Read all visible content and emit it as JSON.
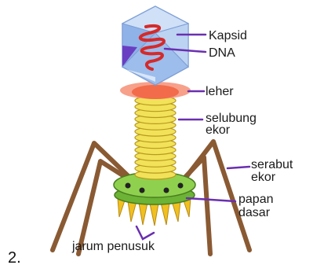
{
  "figure": {
    "number": "2.",
    "labels": {
      "kapsid": "Kapsid",
      "dna": "DNA",
      "leher": "leher",
      "selubung_1": "selubung",
      "selubung_2": "ekor",
      "serabut_1": "serabut",
      "serabut_2": "ekor",
      "papan_1": "papan",
      "papan_2": "dasar",
      "jarum": "jarum penusuk"
    }
  },
  "colors": {
    "capsid": "#a9c7ef",
    "capsid_dark": "#7d9fd6",
    "capsid_purple": "#6a3ec2",
    "dna": "#d42a2a",
    "collar": "#f26b4a",
    "collar_rim": "#f7a08a",
    "sheath": "#f2e25a",
    "sheath_stroke": "#b99a1c",
    "baseplate": "#8fd14f",
    "baseplate_stroke": "#4a7d1f",
    "spike": "#f0c020",
    "fiber": "#8a5a33",
    "pointer": "#6a2fb0"
  }
}
